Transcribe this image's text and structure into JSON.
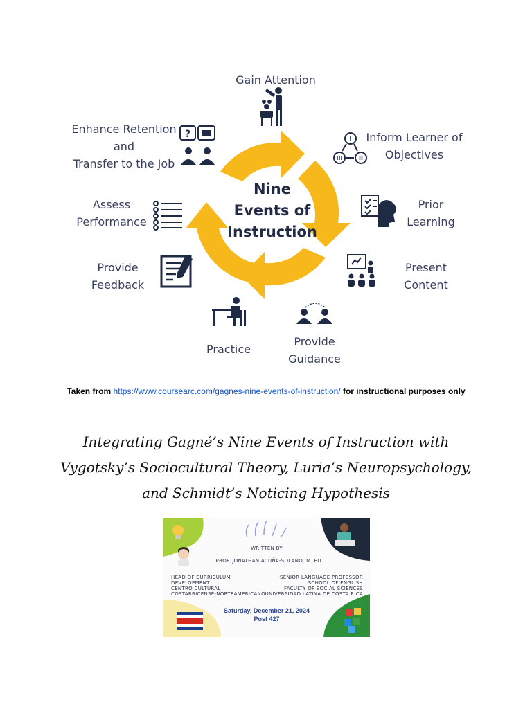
{
  "diagram": {
    "center_title": [
      "Nine",
      "Events of",
      "Instruction"
    ],
    "events": {
      "gain_attention": [
        "Gain Attention"
      ],
      "inform_objectives": [
        "Inform Learner of",
        "Objectives"
      ],
      "prior_learning": [
        "Prior",
        "Learning"
      ],
      "present_content": [
        "Present",
        "Content"
      ],
      "provide_guidance": [
        "Provide",
        "Guidance"
      ],
      "practice": [
        "Practice"
      ],
      "provide_feedback": [
        "Provide",
        "Feedback"
      ],
      "assess_performance": [
        "Assess",
        "Performance"
      ],
      "enhance_retention": [
        "Enhance Retention",
        "and",
        "Transfer to the Job"
      ]
    },
    "roman_numerals": [
      "I",
      "II",
      "III"
    ],
    "colors": {
      "arrow": "#f6b81a",
      "icon": "#1f2a44",
      "text": "#39405f"
    }
  },
  "caption": {
    "prefix": "Taken from ",
    "link": "https://www.coursearc.com/gagnes-nine-events-of-instruction/",
    "suffix": " for instructional purposes only"
  },
  "title": {
    "lines": [
      "Integrating Gagné’s Nine Events of Instruction with",
      "Vygotsky’s Sociocultural Theory, Luria’s Neuropsychology,",
      "and Schmidt’s Noticing Hypothesis"
    ]
  },
  "card": {
    "written_by": "WRITTEN BY",
    "author": "PROF. JONATHAN ACUÑA-SOLANO, M. ED.",
    "left_lines": [
      "HEAD OF CURRICULUM",
      "DEVELOPMENT",
      "CENTRO CULTURAL",
      "COSTARRICENSE-NORTEAMERICANO"
    ],
    "right_lines": [
      "SENIOR LANGUAGE PROFESSOR",
      "SCHOOL OF ENGLISH",
      "FACULTY OF SOCIAL SCIENCES",
      "UNIVERSIDAD LATINA DE COSTA RICA"
    ],
    "date": "Saturday, December 21, 2024",
    "post": "Post 427"
  }
}
